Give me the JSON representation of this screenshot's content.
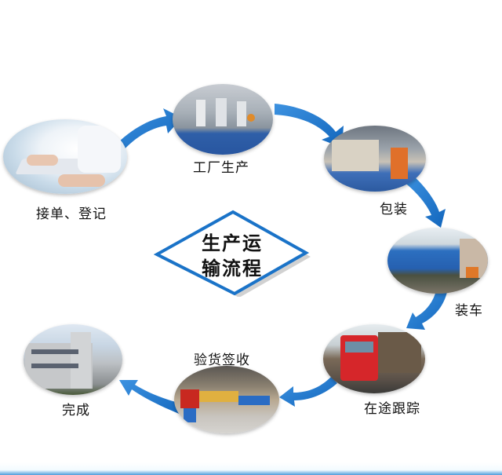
{
  "title": {
    "line1": "生产运",
    "line2": "输流程",
    "border_color": "#1a73c8"
  },
  "arrow_color": "#1f78d1",
  "steps": [
    {
      "id": 1,
      "label": "接单、登记",
      "image": "office-worker-typing"
    },
    {
      "id": 2,
      "label": "工厂生产",
      "image": "factory-production-line"
    },
    {
      "id": 3,
      "label": "包装",
      "image": "warehouse-packaging-forklift"
    },
    {
      "id": 4,
      "label": "装车",
      "image": "truck-loading-barrels"
    },
    {
      "id": 5,
      "label": "在途跟踪",
      "image": "red-truck-in-transit"
    },
    {
      "id": 6,
      "label": "验货签收",
      "image": "delivery-inspection-dock"
    },
    {
      "id": 7,
      "label": "完成",
      "image": "office-building"
    }
  ]
}
